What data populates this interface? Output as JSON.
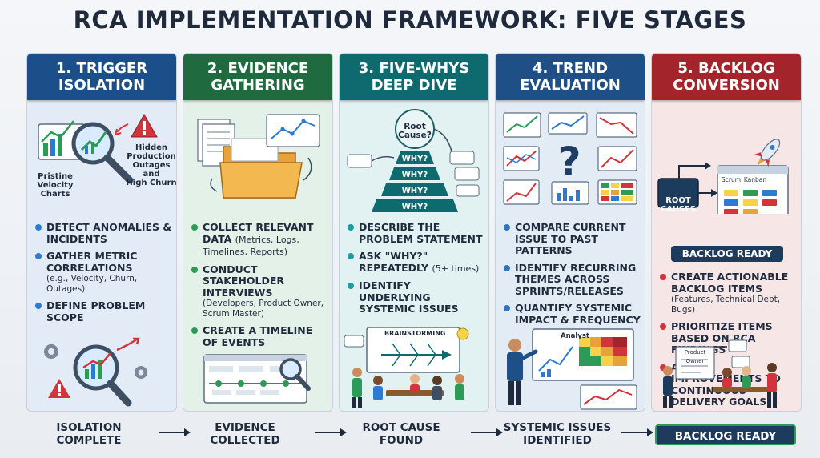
{
  "title": "RCA IMPLEMENTATION FRAMEWORK: FIVE STAGES",
  "stages": [
    {
      "header": "1. TRIGGER\nISOLATION",
      "color": "#1b4f8a",
      "bg": "#e3ecf6",
      "dot": "#2b7bd0",
      "art_labels": {
        "hidden": "Hidden\nProduction\nOutages and\nHigh Churn",
        "pristine": "Pristine\nVelocity\nCharts"
      },
      "bullets": [
        {
          "text": "DETECT ANOMALIES & INCIDENTS"
        },
        {
          "text": "GATHER METRIC CORRELATIONS",
          "sub": "(e.g., Velocity, Churn, Outages)"
        },
        {
          "text": "DEFINE PROBLEM SCOPE"
        }
      ],
      "footer": "ISOLATION\nCOMPLETE"
    },
    {
      "header": "2. EVIDENCE\nGATHERING",
      "color": "#1f6b3f",
      "bg": "#e4f1e8",
      "dot": "#2e9a58",
      "bullets": [
        {
          "text": "COLLECT RELEVANT DATA",
          "inline": "(Metrics, Logs, Timelines, Reports)"
        },
        {
          "text": "CONDUCT STAKEHOLDER INTERVIEWS",
          "sub": "(Developers, Product Owner, Scrum Master)"
        },
        {
          "text": "CREATE A TIMELINE OF EVENTS"
        }
      ],
      "footer": "EVIDENCE\nCOLLECTED"
    },
    {
      "header": "3. FIVE-WHYS\nDEEP DIVE",
      "color": "#0f6a6f",
      "bg": "#e2f1f1",
      "dot": "#1f9aa0",
      "art_labels": {
        "root": "Root\nCause?",
        "why": "WHY?",
        "brain": "BRAINSTORMING"
      },
      "bullets": [
        {
          "text": "DESCRIBE THE PROBLEM STATEMENT"
        },
        {
          "text": "ASK \"WHY?\" REPEATEDLY",
          "inline": "(5+ times)"
        },
        {
          "text": "IDENTIFY UNDERLYING SYSTEMIC ISSUES"
        }
      ],
      "footer": "ROOT CAUSE\nFOUND"
    },
    {
      "header": "4. TREND\nEVALUATION",
      "color": "#1e4f86",
      "bg": "#e3ebf5",
      "dot": "#2f74c4",
      "art_labels": {
        "analyst": "Analyst"
      },
      "bullets": [
        {
          "text": "COMPARE CURRENT ISSUE TO PAST PATTERNS"
        },
        {
          "text": "IDENTIFY RECURRING THEMES ACROSS SPRINTS/RELEASES"
        },
        {
          "text": "QUANTIFY SYSTEMIC IMPACT & FREQUENCY"
        }
      ],
      "footer": "SYSTEMIC ISSUES\nIDENTIFIED"
    },
    {
      "header": "5. BACKLOG\nCONVERSION",
      "color": "#a3252b",
      "bg": "#f6e6e6",
      "dot": "#d2343b",
      "art_labels": {
        "root_causes": "ROOT\nCAUSES",
        "scrum": "Scrum",
        "kanban": "Kanban",
        "ready": "BACKLOG READY",
        "po": "Product Owner"
      },
      "bullets": [
        {
          "text": "CREATE ACTIONABLE BACKLOG ITEMS",
          "sub": "(Features, Technical Debt, Bugs)"
        },
        {
          "text": "PRIORITIZE ITEMS BASED ON RCA FINDINGS"
        },
        {
          "text": "ALIGN IMPROVEMENTS TO CONTINUOUS DELIVERY GOALS"
        }
      ],
      "footer": "BACKLOG READY"
    }
  ]
}
